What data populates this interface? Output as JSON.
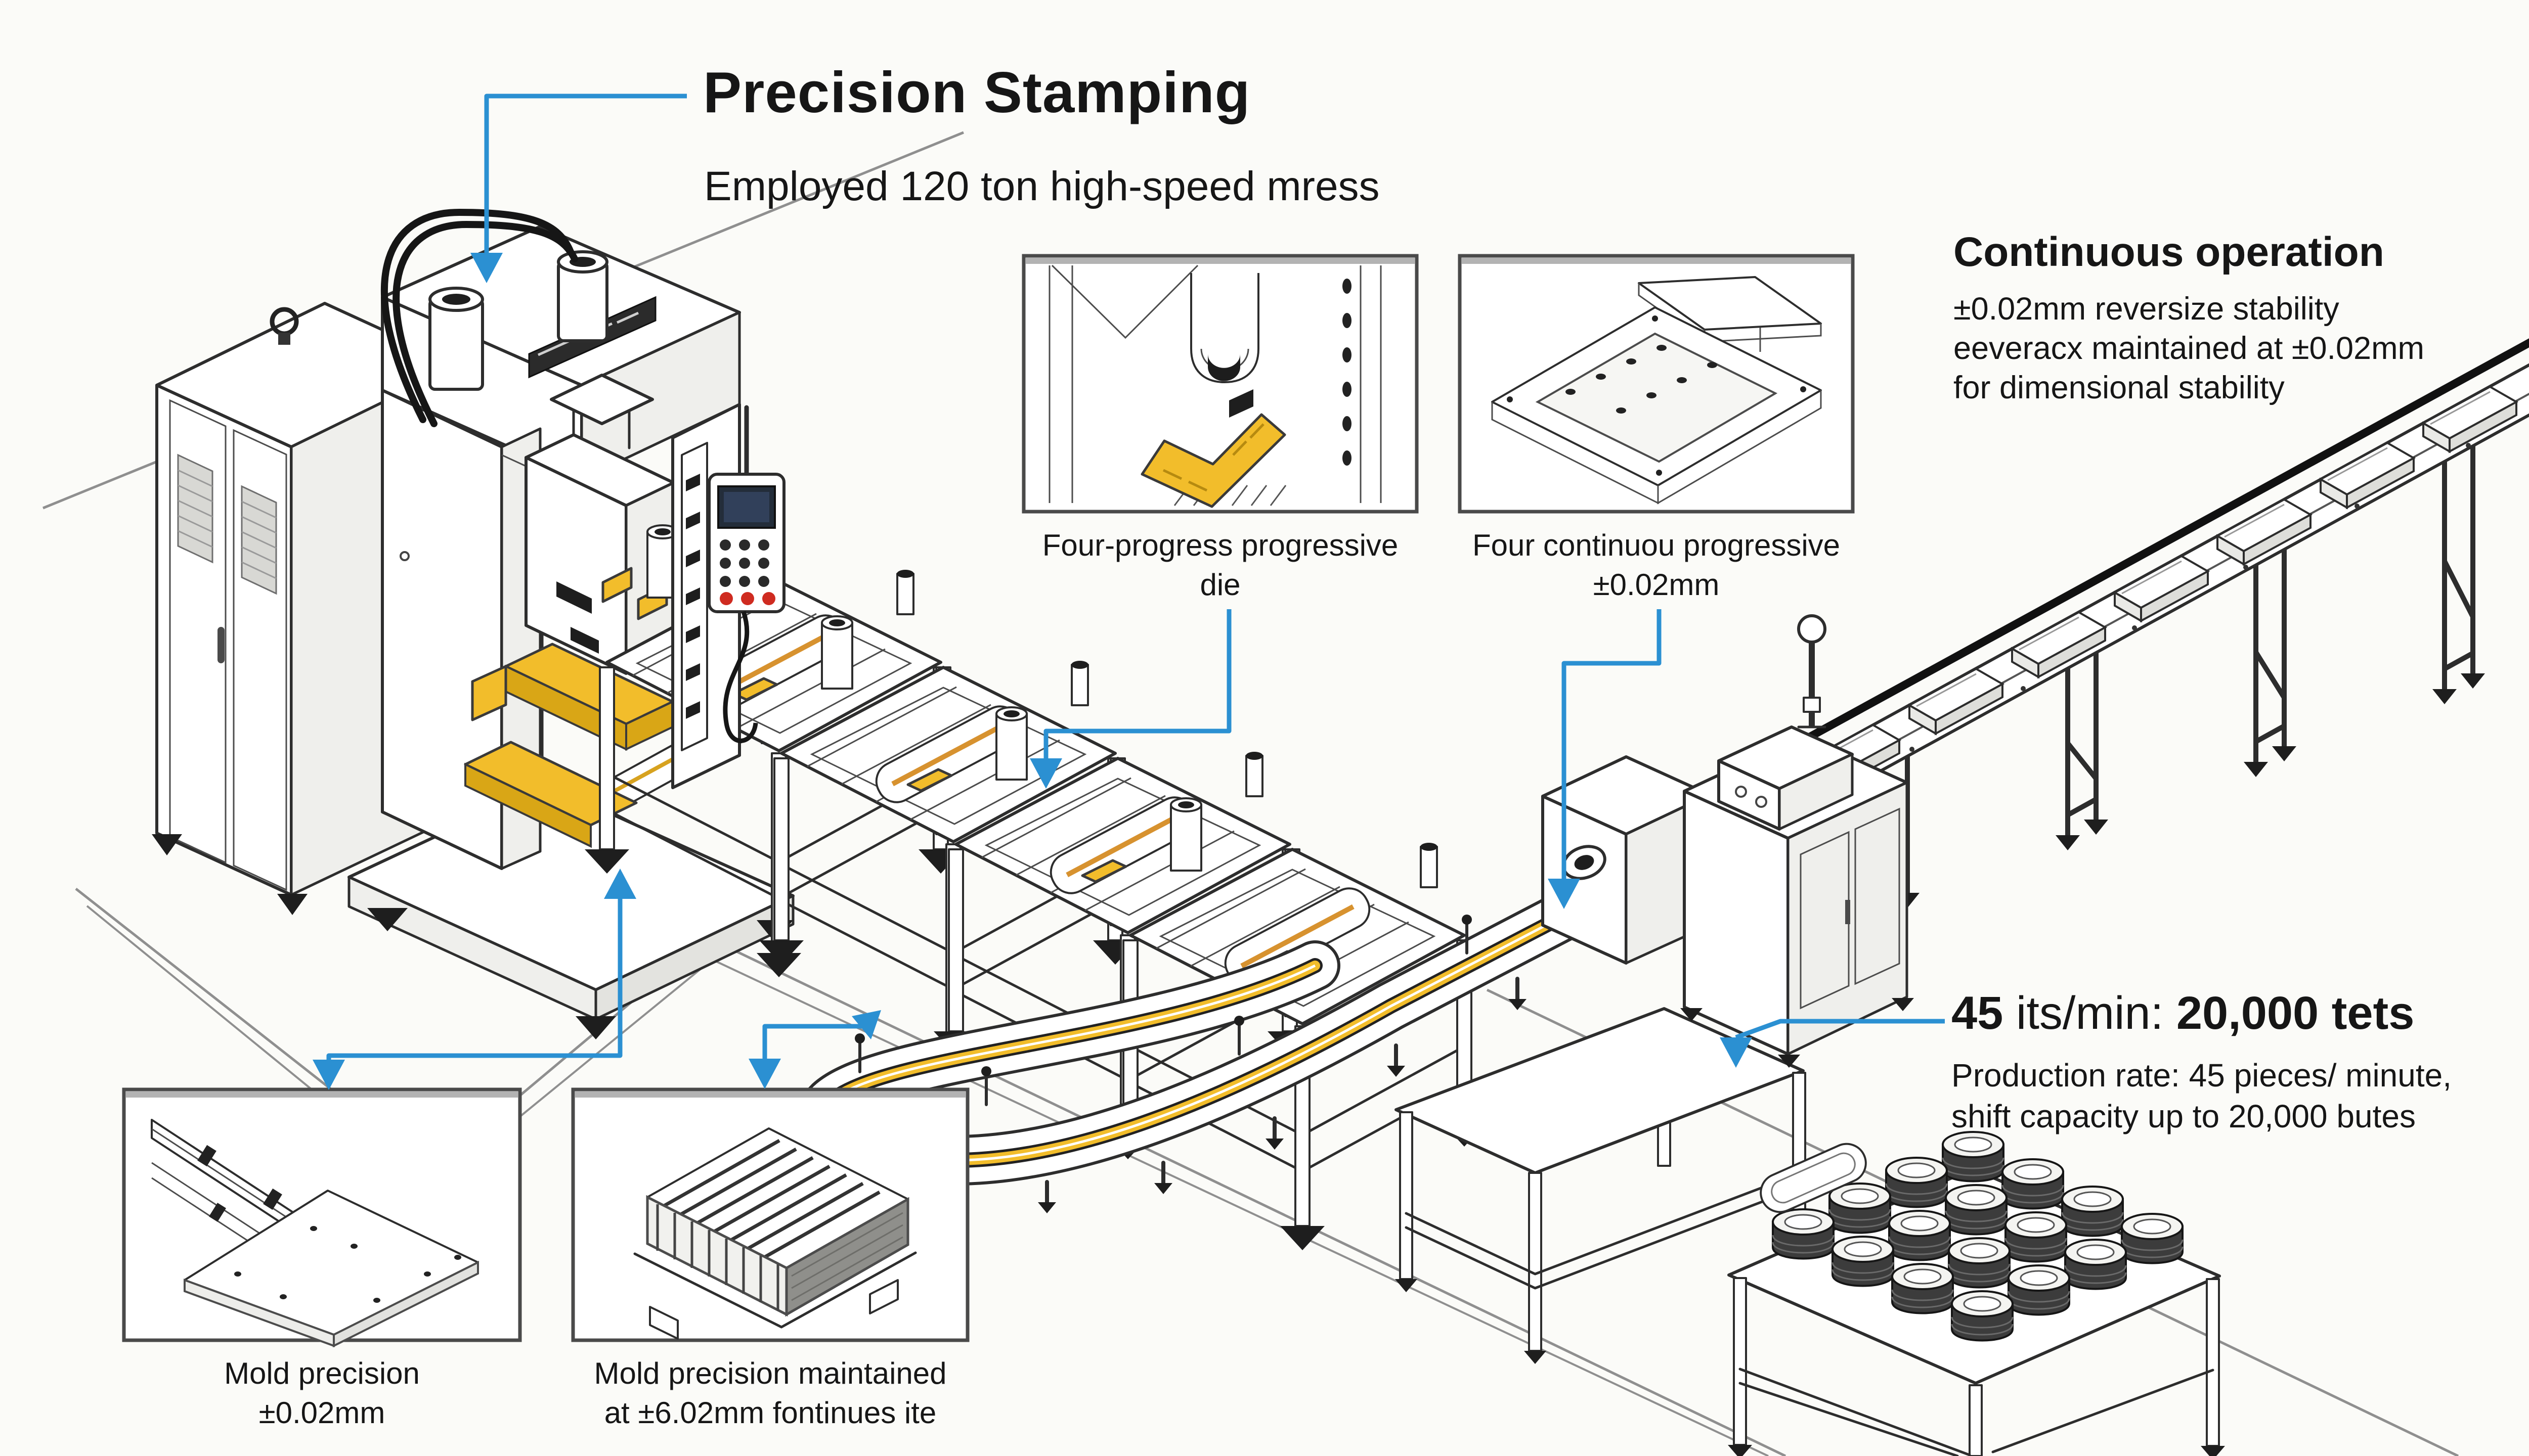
{
  "diagram": {
    "title": "Precision Stamping",
    "subtitle": "Employed 120 ton high-speed mress",
    "callouts": {
      "continuous": {
        "heading": "Continuous operation",
        "lines": [
          "±0.02mm reversize stability",
          "eeveracx maintained at ±0.02mm",
          "for dimensional stability"
        ]
      },
      "rate": {
        "value_bold_1": "45",
        "value_regular": " its/min: ",
        "value_bold_2": "20,000 tets",
        "lines": [
          "Production rate: 45 pieces/ minute,",
          "shift capacity up to 20,000 butes"
        ]
      },
      "inset_progressive_die": {
        "line_1": "Four-progress progressive",
        "line_2": "die"
      },
      "inset_continuous_die": {
        "line_1": "Four continuou progressive",
        "line_2": "±0.02mm"
      },
      "inset_mold_plate": {
        "line_1": "Mold precision",
        "line_2": "±0.02mm"
      },
      "inset_lamination_stack": {
        "line_1": "Mold precision maintained",
        "line_2": "at ±6.02mm fontinues ite"
      }
    },
    "icons": {
      "leader_arrows": "blue-down-arrow",
      "press_hazard": "yellow-chevron",
      "cabinet_lift_point": "eye-bolt"
    },
    "colors": {
      "accent_blue": "#2b90d2",
      "highlight_yellow": "#f2bd2b",
      "alert_red": "#cf2b20",
      "line_dark": "#2d2d2d",
      "floor_gray": "#8f8f8f",
      "background": "#fbfbf8"
    }
  }
}
